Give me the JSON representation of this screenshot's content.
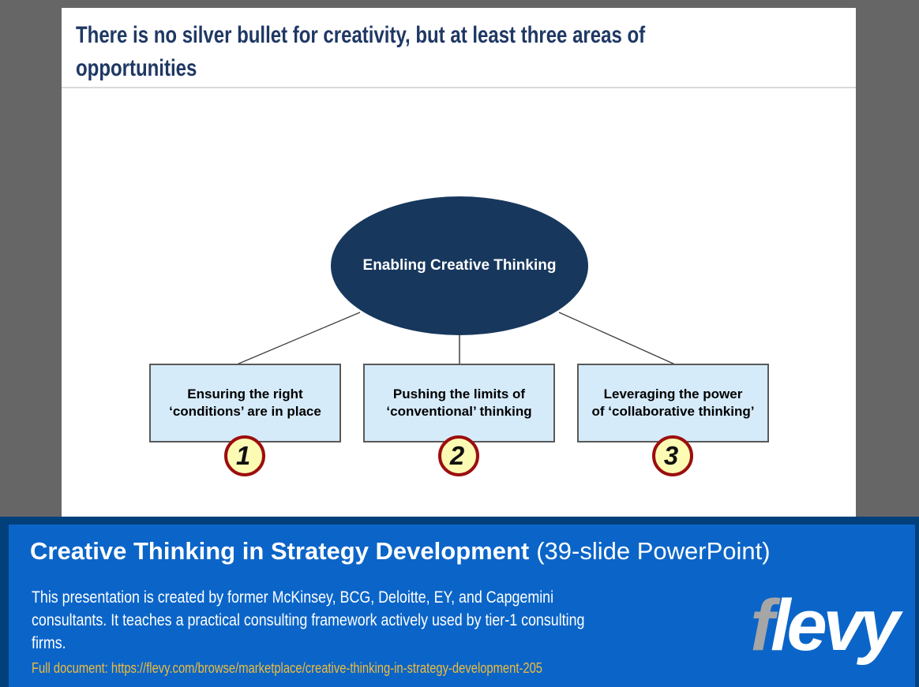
{
  "slide": {
    "title": "There is no silver bullet for creativity, but at least three areas of\nopportunities",
    "diagram": {
      "root_label": "Enabling Creative Thinking",
      "boxes": [
        {
          "label": "Ensuring the right\n‘conditions’ are in place",
          "number": "1"
        },
        {
          "label": "Pushing the limits of\n‘conventional’ thinking",
          "number": "2"
        },
        {
          "label": "Leveraging the power\nof ‘collaborative thinking’",
          "number": "3"
        }
      ]
    }
  },
  "banner": {
    "title": "Creative Thinking in Strategy Development",
    "title_suffix": "(39-slide PowerPoint)",
    "description": "This presentation is created by former McKinsey, BCG, Deloitte, EY, and Capgemini\nconsultants. It teaches a practical consulting framework actively used by tier-1 consulting\nfirms.",
    "link_text": "Full document: https://flevy.com/browse/marketplace/creative-thinking-in-strategy-development-205",
    "logo": {
      "prefix": "f",
      "rest": "levy"
    }
  },
  "colors": {
    "background_gray": "#666666",
    "title_navy": "#1F3864",
    "ellipse_navy": "#17375D",
    "box_fill": "#D6EBFA",
    "box_border": "#595959",
    "circle_fill": "#FBFBB4",
    "circle_border": "#9C0E0E",
    "banner_navy": "#02407B",
    "banner_blue": "#0B65C8",
    "link_gold": "#EFBB3D",
    "logo_gray": "#A6A6A6",
    "connector_line": "#3F3F3F"
  }
}
